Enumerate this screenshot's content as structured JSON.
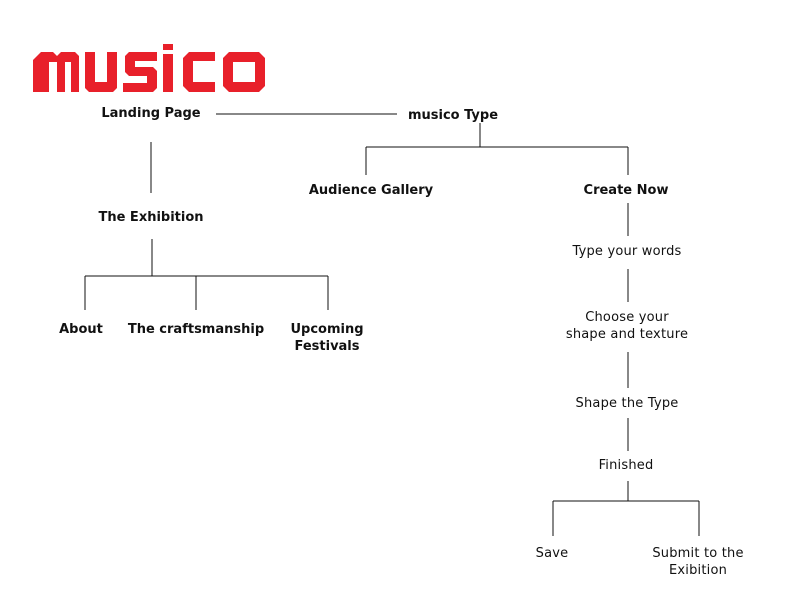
{
  "brand": {
    "logo_text": "musico",
    "colors": {
      "logo": "#e8202a",
      "text": "#111111",
      "line": "#111111",
      "background": "#ffffff"
    }
  },
  "sitemap": {
    "landing_page": "Landing Page",
    "the_exhibition": "The Exhibition",
    "about": "About",
    "craftsmanship": "The craftsmanship",
    "upcoming_festivals_1": "Upcoming",
    "upcoming_festivals_2": "Festivals",
    "musico_type": "musico Type",
    "audience_gallery": "Audience Gallery",
    "create_now": "Create Now",
    "type_your_words": "Type your words",
    "choose_shape_1": "Choose your",
    "choose_shape_2": "shape and texture",
    "shape_the_type": "Shape the Type",
    "finished": "Finished",
    "save": "Save",
    "submit_1": "Submit to the",
    "submit_2": "Exibition"
  }
}
